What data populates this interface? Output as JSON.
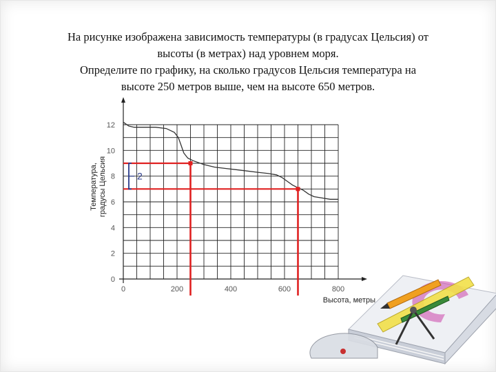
{
  "task": {
    "line1": "На рисунке изображена зависимость температуры (в градусах Цельсия) от",
    "line2": "высоты (в метрах) над уровнем моря.",
    "line3": "Определите по графику, на сколько градусов Цельсия температура на",
    "line4": "высоте 250 метров выше, чем на высоте 650 метров."
  },
  "chart_data": {
    "type": "line",
    "title": "",
    "xlabel": "Высота, метры",
    "ylabel_line1": "Температура,",
    "ylabel_line2": "градусы Цельсия",
    "xlim": [
      0,
      800
    ],
    "ylim": [
      0,
      12
    ],
    "x_ticks": [
      0,
      200,
      400,
      600,
      800
    ],
    "y_ticks": [
      0,
      2,
      4,
      6,
      8,
      10,
      12
    ],
    "grid": true,
    "series": [
      {
        "x": [
          0,
          20,
          40,
          80,
          120,
          160,
          190,
          205,
          215,
          225,
          240,
          260,
          300,
          340,
          380,
          420,
          460,
          500,
          540,
          570,
          590,
          610,
          630,
          650,
          670,
          690,
          710,
          740,
          770,
          800
        ],
        "y": [
          12.2,
          11.9,
          11.8,
          11.8,
          11.8,
          11.7,
          11.4,
          11.0,
          10.4,
          9.8,
          9.4,
          9.2,
          8.9,
          8.7,
          8.6,
          8.5,
          8.4,
          8.3,
          8.2,
          8.1,
          7.9,
          7.6,
          7.3,
          7.1,
          6.9,
          6.6,
          6.4,
          6.3,
          6.2,
          6.2
        ]
      }
    ],
    "annotations": {
      "points": [
        {
          "x": 250,
          "y": 9
        },
        {
          "x": 650,
          "y": 7
        }
      ],
      "difference_label": "2",
      "difference_range": [
        7,
        9
      ]
    }
  },
  "colors": {
    "curve": "#333333",
    "grid": "#222222",
    "guide": "#e02020",
    "bracket": "#2a3a8a",
    "tick": "#555555"
  }
}
